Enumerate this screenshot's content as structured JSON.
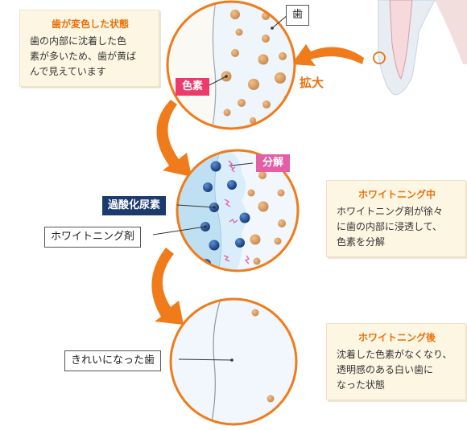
{
  "notes": {
    "discolored": {
      "title": "歯が変色した状態",
      "lines": [
        "歯の内部に沈着した色",
        "素が多いため、歯が黄ば",
        "んで見えています"
      ]
    },
    "whitening": {
      "title": "ホワイトニング中",
      "lines": [
        "ホワイトニング剤が徐々",
        "に歯の内部に浸透して、",
        "色素を分解"
      ]
    },
    "after": {
      "title": "ホワイトニング後",
      "lines": [
        "沈着した色素がなくなり、",
        "透明感のある白い歯に",
        "なった状態"
      ]
    }
  },
  "labels": {
    "tooth": "歯",
    "pigment": "色素",
    "enlarge": "拡大",
    "decompose": "分解",
    "peroxide": "過酸化尿素",
    "agent": "ホワイトニング剤",
    "clean": "きれいになった歯"
  },
  "colors": {
    "orange": "#f07b1a",
    "pigment_dot": "#d49a5c",
    "bubble_blue": "#1d4f9c",
    "gel_blue": "#c8e6f5"
  }
}
